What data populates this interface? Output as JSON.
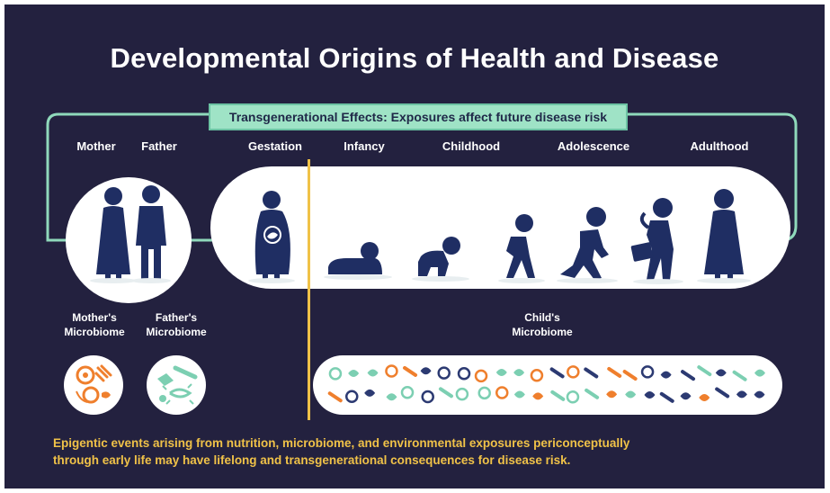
{
  "title": "Developmental Origins of Health and Disease",
  "banner": "Transgenerational Effects: Exposures affect future disease risk",
  "stages": {
    "mother": "Mother",
    "father": "Father",
    "gestation": "Gestation",
    "infancy": "Infancy",
    "childhood": "Childhood",
    "adolescence": "Adolescence",
    "adulthood": "Adulthood"
  },
  "microbiome": {
    "mother_l1": "Mother's",
    "mother_l2": "Microbiome",
    "father_l1": "Father's",
    "father_l2": "Microbiome",
    "child_l1": "Child's",
    "child_l2": "Microbiome"
  },
  "footer": {
    "line1": "Epigentic events arising from nutrition, microbiome, and environmental exposures periconceptually",
    "line2": "through early life may have lifelong and transgenerational consequences for disease risk."
  },
  "colors": {
    "background": "#23213f",
    "figure": "#1f2e63",
    "accent_green": "#8fd9bb",
    "accent_yellow": "#f0c248",
    "microbe_orange": "#ef7f2d",
    "microbe_teal": "#7ccfb2",
    "microbe_navy": "#2c3a72"
  }
}
